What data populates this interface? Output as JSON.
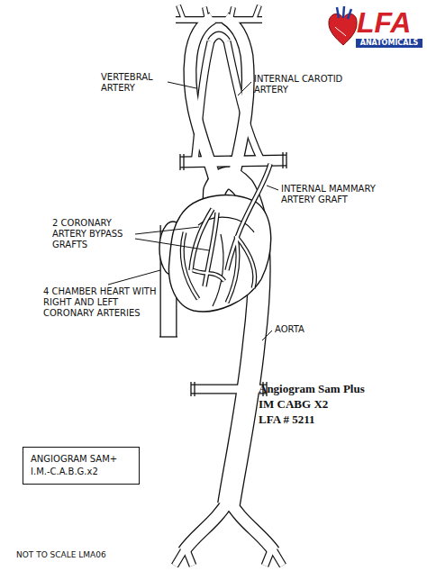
{
  "diagram": {
    "nodes": [
      {
        "text": [
          "ANGIOGRAM SAM+ I.M.-C.A.B.G.x2"
        ]
      }
    ],
    "labels": [
      "VERTEBRAL ARTERY",
      "INTERNAL CAROTID ARTERY",
      "INTERNAL MAMMARY ARTERY GRAFT",
      "2 CORONARY ARTERY BYPASS GRAFTS",
      "4 CHAMBER HEART WITH RIGHT AND LEFT CORONARY ARTERIES",
      "AORTA",
      "Angiogram Sam Plus",
      "IM CABG X2",
      "LFA # 5211",
      "LFA",
      "ANATOMICALS",
      "NOT TO SCALE LMA06"
    ]
  }
}
